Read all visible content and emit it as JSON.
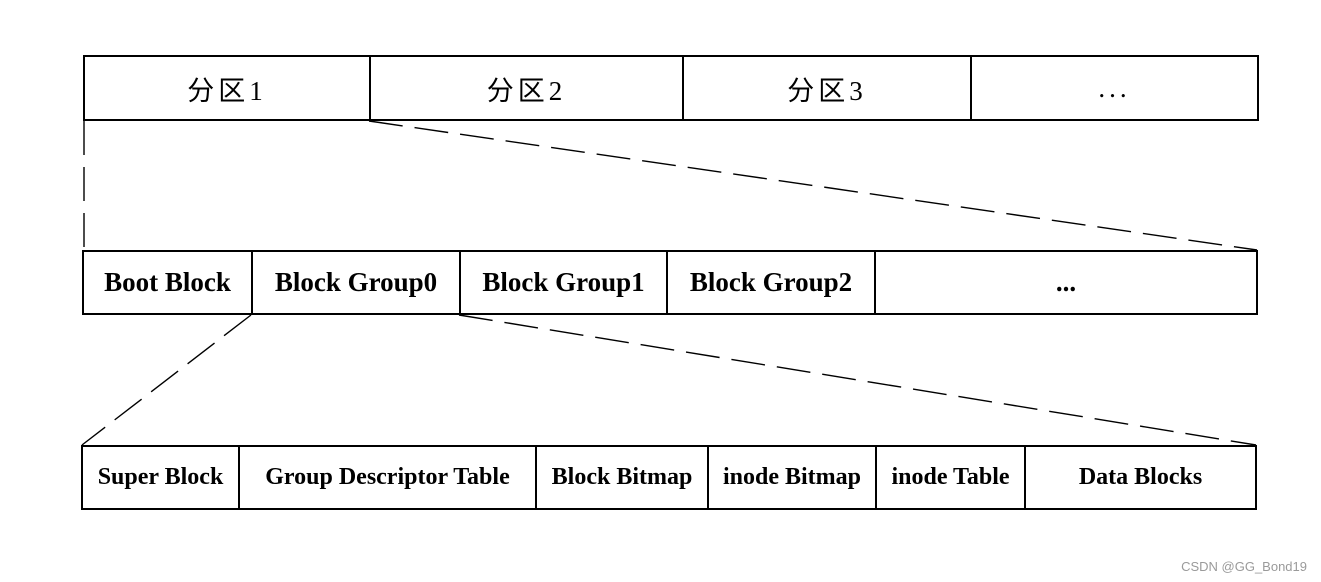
{
  "partitions": [
    "分区1",
    "分区2",
    "分区3",
    "..."
  ],
  "partition_layout": [
    "Boot Block",
    "Block Group0",
    "Block Group1",
    "Block Group2",
    "..."
  ],
  "block_group_layout": [
    "Super Block",
    "Group Descriptor Table",
    "Block Bitmap",
    "inode Bitmap",
    "inode Table",
    "Data Blocks"
  ],
  "watermark": "CSDN @GG_Bond19",
  "colors": {
    "line": "#000000",
    "background": "#ffffff",
    "watermark": "#9a9a9a"
  }
}
